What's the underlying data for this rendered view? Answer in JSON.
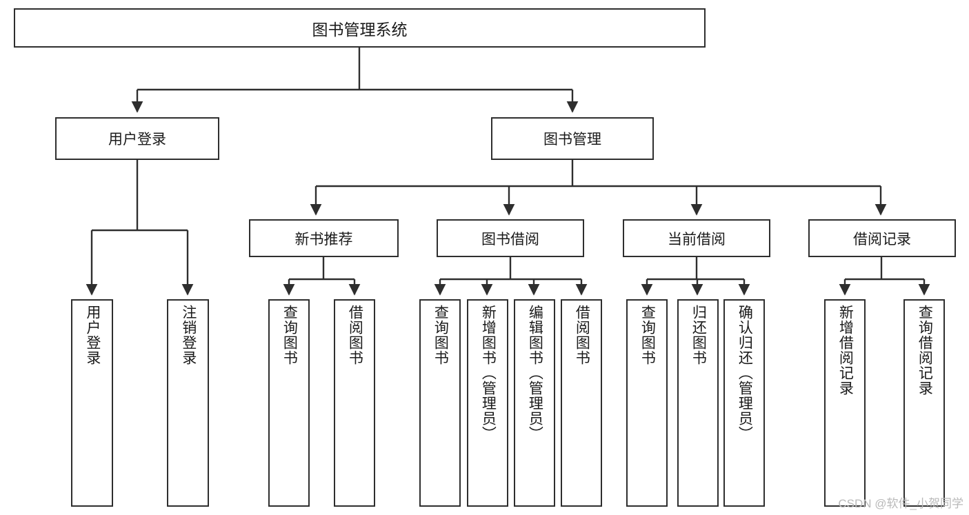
{
  "diagram": {
    "type": "tree-hierarchy",
    "title": "图书管理系统",
    "watermark": "CSDN @软件_小贺同学",
    "colors": {
      "stroke": "#2e2e2e",
      "fill": "#ffffff",
      "text": "#1a1a1a",
      "watermark": "#b9b9b9"
    },
    "nodes": {
      "root": {
        "label": "图书管理系统",
        "level": 0
      },
      "level1": [
        {
          "id": "user-login",
          "label": "用户登录"
        },
        {
          "id": "book-manage",
          "label": "图书管理"
        }
      ],
      "level2": [
        {
          "id": "new-book-recommend",
          "label": "新书推荐",
          "parent": "book-manage"
        },
        {
          "id": "book-borrow",
          "label": "图书借阅",
          "parent": "book-manage"
        },
        {
          "id": "current-borrow",
          "label": "当前借阅",
          "parent": "book-manage"
        },
        {
          "id": "borrow-record",
          "label": "借阅记录",
          "parent": "book-manage"
        }
      ],
      "leaves": [
        {
          "id": "leaf-user-login",
          "label": "用户登录",
          "parent": "user-login"
        },
        {
          "id": "leaf-user-logout",
          "label": "注销登录",
          "parent": "user-login"
        },
        {
          "id": "leaf-query-book-1",
          "label": "查询图书",
          "parent": "new-book-recommend"
        },
        {
          "id": "leaf-borrow-book-1",
          "label": "借阅图书",
          "parent": "new-book-recommend"
        },
        {
          "id": "leaf-query-book-2",
          "label": "查询图书",
          "parent": "book-borrow"
        },
        {
          "id": "leaf-add-book",
          "label": "新增图书（管理员）",
          "parent": "book-borrow"
        },
        {
          "id": "leaf-edit-book",
          "label": "编辑图书（管理员）",
          "parent": "book-borrow"
        },
        {
          "id": "leaf-borrow-book-2",
          "label": "借阅图书",
          "parent": "book-borrow"
        },
        {
          "id": "leaf-query-book-3",
          "label": "查询图书",
          "parent": "current-borrow"
        },
        {
          "id": "leaf-return-book",
          "label": "归还图书",
          "parent": "current-borrow"
        },
        {
          "id": "leaf-confirm-return",
          "label": "确认归还（管理员）",
          "parent": "current-borrow"
        },
        {
          "id": "leaf-add-record",
          "label": "新增借阅记录",
          "parent": "borrow-record"
        },
        {
          "id": "leaf-query-record",
          "label": "查询借阅记录",
          "parent": "borrow-record"
        }
      ]
    }
  }
}
